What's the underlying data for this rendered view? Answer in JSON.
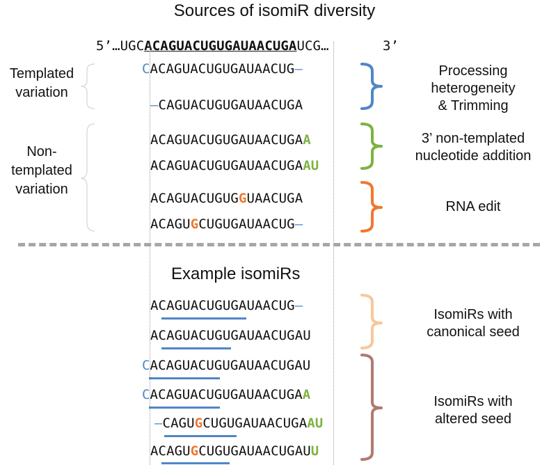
{
  "title": "Sources of isomiR diversity",
  "header": {
    "prime5": "5’…UGC",
    "mature": "ACAGUACUGUGAUAACUGA",
    "after": "UCG…",
    "prime3": "3’"
  },
  "left_labels": {
    "templated": "Templated\nvariation",
    "nontemplated": "Non-\ntemplated\nvariation"
  },
  "right_labels": {
    "processing": "Processing\nheterogeneity\n& Trimming",
    "nontemplated": "3’ non-templated\nnucleotide addition",
    "rna_edit": "RNA edit",
    "canonical": "IsomiRs with\ncanonical seed",
    "altered": "IsomiRs with\naltered seed"
  },
  "example_title": "Example isomiRs",
  "top_sequences": [
    {
      "pre": "C",
      "body": "ACAGUACUGUGAUAACUG",
      "post": "–"
    },
    {
      "pre": "–",
      "body": "CAGUACUGUGAUAACUGA",
      "post": ""
    },
    {
      "pre": "",
      "body": "ACAGUACUGUGAUAACUGA",
      "post": "A"
    },
    {
      "pre": "",
      "body": "ACAGUACUGUGAUAACUGA",
      "post": "AU"
    },
    {
      "pre": "",
      "body_a": "ACAGUACUGUG",
      "edit": "G",
      "body_b": "UAACUGA"
    },
    {
      "pre": "",
      "body_a": "ACAGU",
      "edit": "G",
      "body_b": "CUGUGAUAACUG",
      "post": "–"
    }
  ],
  "example_sequences": [
    {
      "pre": "",
      "body": "ACAGUACUGUGAUAACUG",
      "post": "–"
    },
    {
      "pre": "",
      "body": "ACAGUACUGUGAUAACUGAU",
      "post": ""
    },
    {
      "pre": "C",
      "body": "ACAGUACUGUGAUAACUGAU",
      "post": ""
    },
    {
      "pre": "C",
      "body": "ACAGUACUGUGAUAACUGA",
      "post": "A"
    },
    {
      "pre": "–",
      "body_a": "CAGU",
      "edit": "G",
      "body_b": "CUGUGAUAACUGA",
      "post": "AU"
    },
    {
      "pre": "",
      "body_a": "ACAGU",
      "edit": "G",
      "body_b": "CUGUGAUAACUGAU",
      "post": "U"
    }
  ],
  "colors": {
    "blue": "#4f86c6",
    "green": "#7cb342",
    "orange": "#f0772d",
    "light_orange": "#f9c79a",
    "brown": "#b07a6e",
    "divider": "#a6a6a6"
  }
}
